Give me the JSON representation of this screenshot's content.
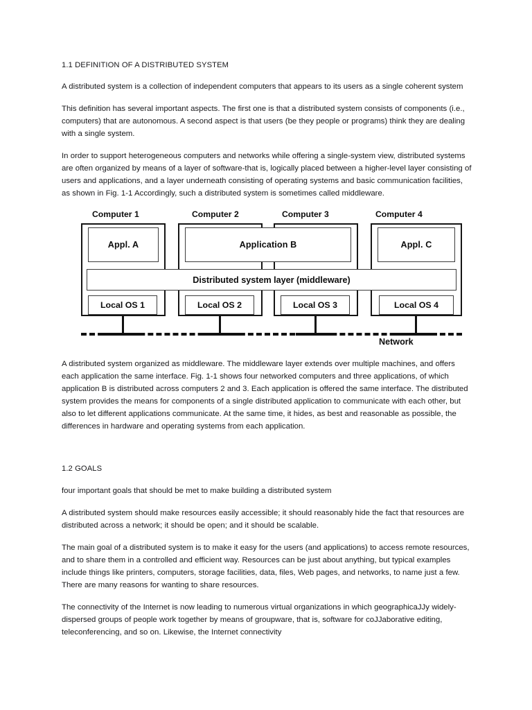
{
  "document": {
    "sections": [
      {
        "id": "sec-1-1",
        "heading": "1.1 DEFINITION OF A DISTRIBUTED SYSTEM",
        "paragraphs": [
          "A distributed system is a collection of independent computers that appears to its users as a single coherent system",
          "This definition has several important aspects. The first one is that a distributed system consists of components (i.e., computers) that are autonomous. A second aspect is that users (be they people or programs) think they are dealing with a single system.",
          "In order to support heterogeneous computers and networks while offering a single-system view, distributed systems are often organized by means of a layer of software-that is, logically placed between a higher-level layer consisting of users and applications, and a layer underneath consisting of operating systems and basic communication facilities, as shown in Fig. 1-1 Accordingly, such a distributed system is sometimes called middleware."
        ],
        "caption": " A distributed system organized as middleware. The middleware layer extends over multiple machines, and offers each application the same interface. Fig. 1-1 shows four networked computers and three applications, of which application B is distributed across computers 2 and 3. Each application is offered the same interface. The distributed system provides the means for components of a single distributed application to communicate with each other, but also to let different applications communicate. At the same time, it hides, as best and reasonable as possible, the differences in hardware and operating systems from each application."
      },
      {
        "id": "sec-1-2",
        "heading": "1.2 GOALS",
        "paragraphs": [
          "four important goals that should be met to make building a distributed system",
          "A distributed system should make resources easily accessible; it should reasonably hide the fact that resources are distributed across a network; it should be open; and it should be scalable.",
          "The main goal of a distributed system is to make it easy for the users (and applications) to access remote resources, and to share them in a controlled and efficient way. Resources can be just about anything, but typical examples include things like printers, computers, storage facilities, data, files, Web pages, and networks, to name just a few. There are many reasons for wanting to share resources.",
          "The connectivity of the Internet is now leading to numerous virtual organizations in which geographicaJJy widely-dispersed groups of people work together by means of groupware, that is, software for coJJaborative editing, teleconferencing, and so on. Likewise, the Internet connectivity"
        ]
      }
    ]
  },
  "figure": {
    "computers": [
      {
        "label": "Computer 1"
      },
      {
        "label": "Computer 2"
      },
      {
        "label": "Computer 3"
      },
      {
        "label": "Computer 4"
      }
    ],
    "applications": [
      {
        "label": "Appl. A"
      },
      {
        "label": "Application B"
      },
      {
        "label": "Appl. C"
      }
    ],
    "middleware": {
      "label": "Distributed system layer (middleware)"
    },
    "operating_systems": [
      {
        "label": "Local OS 1"
      },
      {
        "label": "Local OS 2"
      },
      {
        "label": "Local OS 3"
      },
      {
        "label": "Local OS 4"
      }
    ],
    "network": {
      "label": "Network"
    }
  },
  "colors": {
    "page_background": "#ffffff",
    "body_text": "#17171a",
    "figure_stroke": "#141414",
    "figure_inner_stroke": "#3b3b3b"
  }
}
